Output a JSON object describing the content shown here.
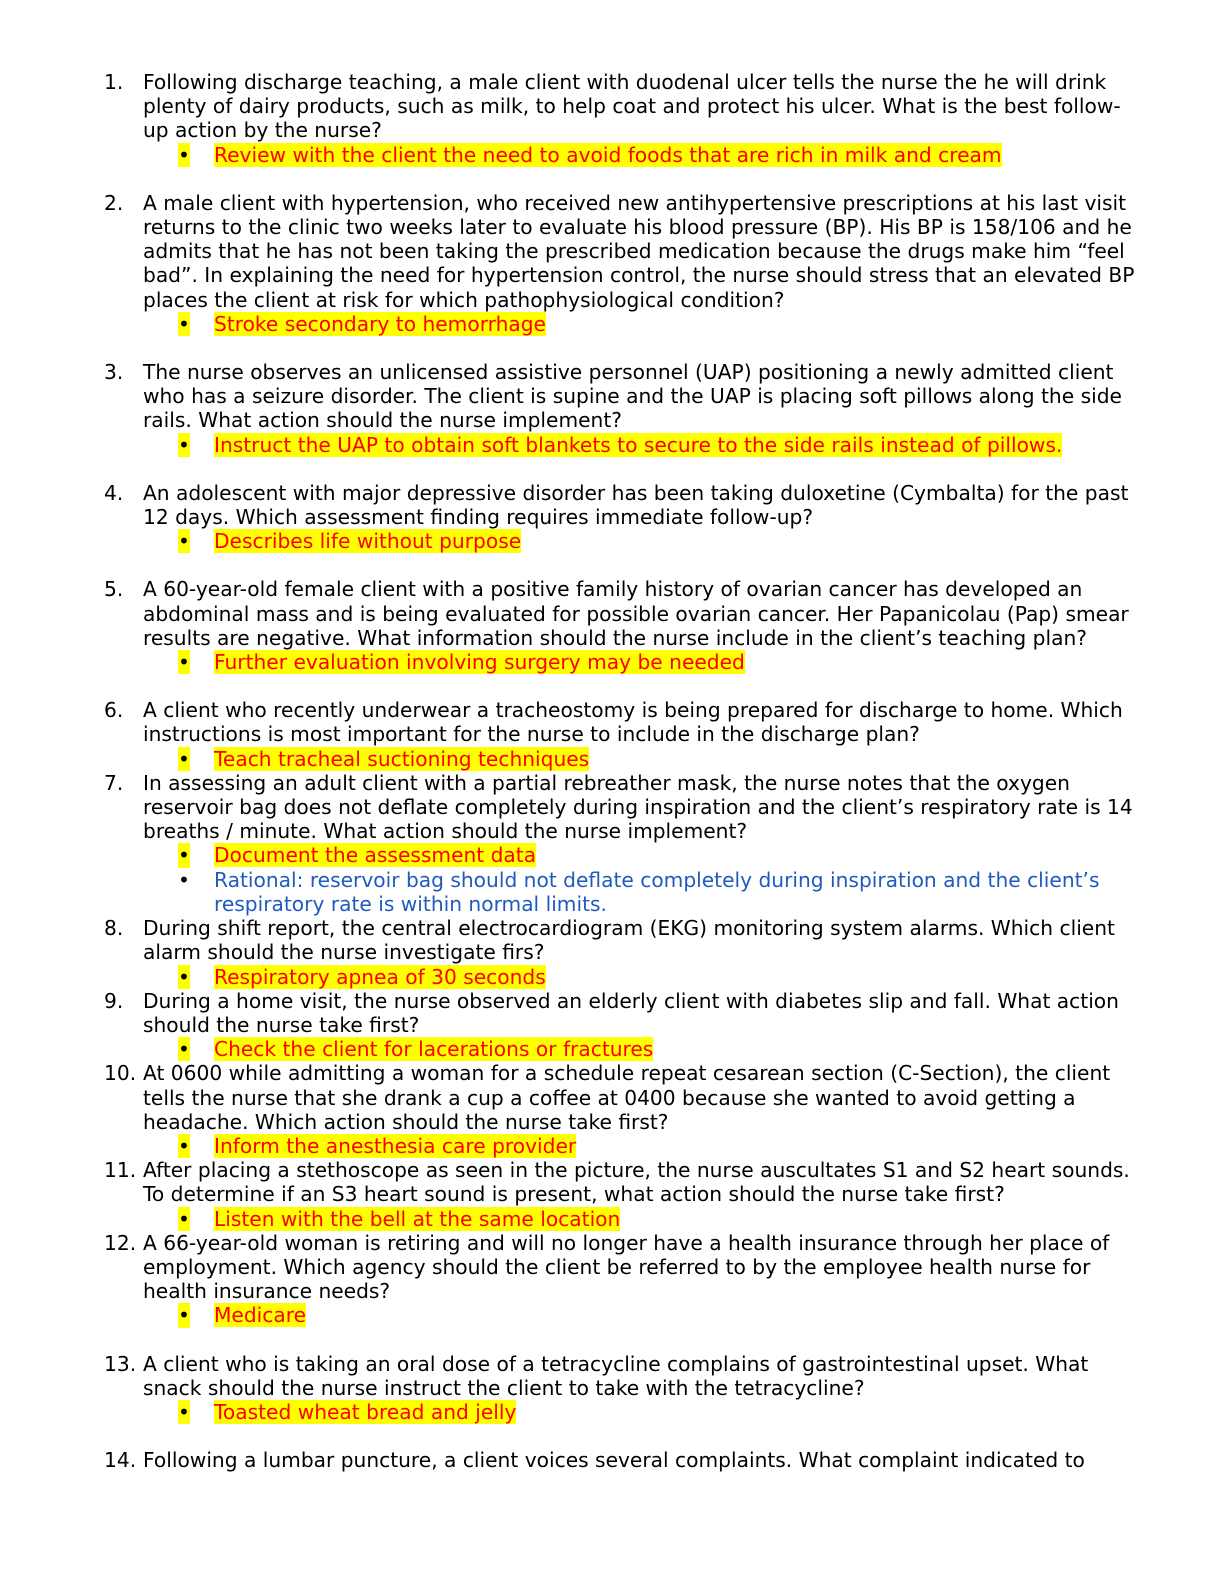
{
  "colors": {
    "answer_text": "#ff0000",
    "highlight": "#ffff00",
    "rationale_text": "#1f5bbf"
  },
  "questions": [
    {
      "number": "1.",
      "text": "Following discharge teaching, a male client with duodenal ulcer tells the nurse the he will drink plenty of dairy products, such as milk, to help coat and protect his ulcer. What is the best follow-up action by the nurse?",
      "answers": [
        "Review with the client the need to avoid foods that are rich in milk and cream"
      ]
    },
    {
      "number": "2.",
      "text": "A male client with hypertension, who received new antihypertensive prescriptions at his last visit returns to the clinic two weeks later to evaluate his blood pressure (BP). His BP is 158/106 and he admits that he has not been taking the prescribed medication because the drugs make him “feel bad”. In explaining the need for hypertension control, the nurse should stress that an elevated BP places the client at risk for which pathophysiological condition?",
      "answers": [
        "Stroke secondary to hemorrhage"
      ]
    },
    {
      "number": "3.",
      "text": "The nurse observes an unlicensed assistive personnel (UAP) positioning a newly admitted client who has a seizure disorder. The client is supine and the UAP is placing soft pillows along the side rails. What action should the nurse implement?",
      "answers": [
        "Instruct the UAP to obtain soft blankets to secure to the side rails instead of pillows."
      ]
    },
    {
      "number": "4.",
      "text": "An adolescent with major depressive disorder has been taking duloxetine (Cymbalta) for the past 12 days. Which assessment finding requires immediate follow-up?",
      "answers": [
        "Describes life without purpose"
      ]
    },
    {
      "number": "5.",
      "text": "A 60-year-old female client with a positive family history of ovarian cancer has developed an abdominal mass and is being evaluated for possible ovarian cancer. Her Papanicolau (Pap) smear results are negative. What information should the nurse include in the client’s teaching plan?",
      "answers": [
        "Further evaluation involving surgery may be needed"
      ]
    },
    {
      "number": "6.",
      "text": "A client who recently underwear a tracheostomy is being prepared for discharge to home. Which instructions is most important for the nurse to include in the discharge plan?",
      "answers": [
        "Teach tracheal suctioning techniques"
      ]
    },
    {
      "number": "7.",
      "text": "In assessing an adult client with a partial rebreather mask, the nurse notes that the oxygen reservoir bag does not deflate completely during inspiration and the client’s respiratory rate is 14 breaths / minute. What action should the nurse implement?",
      "answers": [
        "Document the assessment data"
      ],
      "rationale": "Rational: reservoir bag should not deflate completely during inspiration and the client’s respiratory rate is within normal limits."
    },
    {
      "number": "8.",
      "text": "During shift report, the central electrocardiogram (EKG) monitoring system alarms. Which client alarm should the nurse investigate firs?",
      "answers": [
        "Respiratory apnea of 30 seconds"
      ]
    },
    {
      "number": "9.",
      "text": "During a home visit, the nurse observed an elderly client with diabetes slip and fall. What action should the nurse take first?",
      "answers": [
        "Check the client for lacerations or fractures"
      ]
    },
    {
      "number": "10.",
      "text": "At 0600 while admitting a woman for a schedule repeat cesarean section (C-Section), the client tells the nurse that she drank a cup a coffee at 0400 because she wanted to avoid getting a headache. Which action should the nurse take first?",
      "answers": [
        "Inform the anesthesia care provider"
      ]
    },
    {
      "number": "11.",
      "text": "After placing a stethoscope as seen in the picture, the nurse auscultates S1 and S2 heart sounds. To determine if an S3 heart sound is present, what action should the nurse take first?",
      "answers": [
        "Listen with the bell at the same location"
      ]
    },
    {
      "number": "12.",
      "text": "A 66-year-old woman is retiring and will no longer have a health insurance through her place of employment. Which agency should the client be referred to by the employee health nurse for health insurance needs?",
      "answers": [
        "Medicare"
      ]
    },
    {
      "number": "13.",
      "text": "A client who is taking an oral dose of a tetracycline complains of gastrointestinal upset. What snack should the nurse instruct the client to take with the tetracycline?",
      "answers": [
        "Toasted wheat bread and jelly"
      ]
    },
    {
      "number": "14.",
      "text": "Following a lumbar puncture, a client voices several complaints. What complaint indicated to"
    }
  ]
}
